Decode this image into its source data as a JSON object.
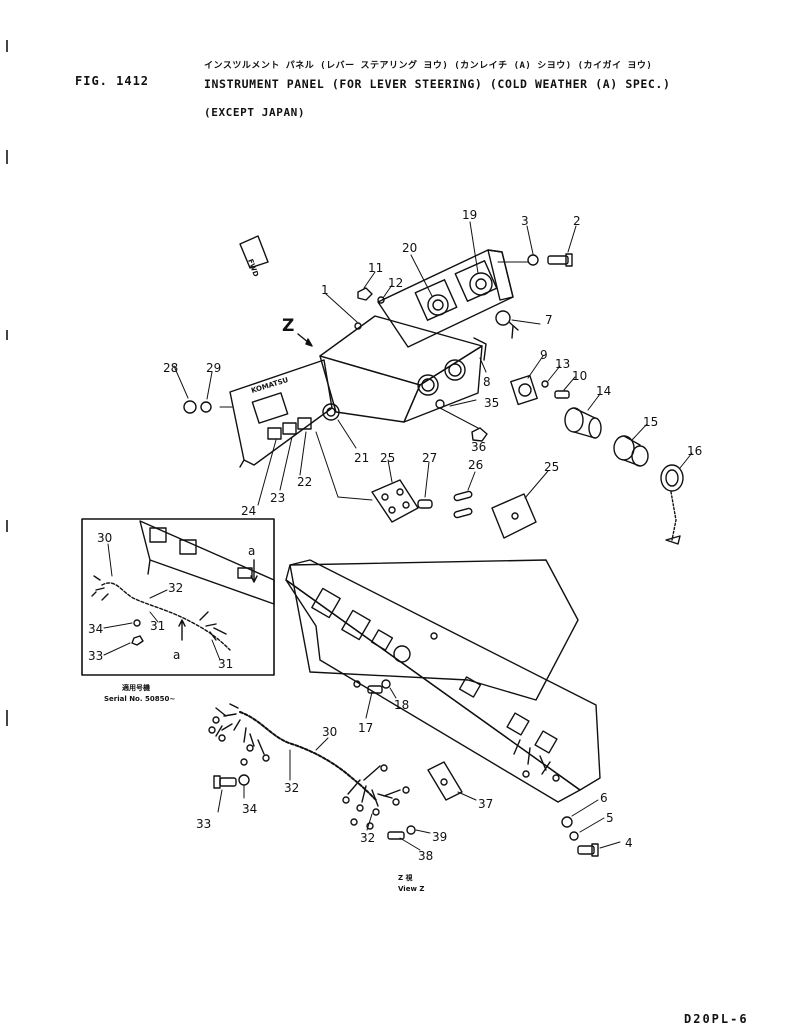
{
  "header": {
    "fig_label": "FIG. 1412",
    "title_kana": "インスツルメント パネル (レバー ステアリング ヨウ) (カンレイチ (A) シヨウ) (カイガイ ヨウ)",
    "title_en": "INSTRUMENT PANEL (FOR LEVER STEERING) (COLD WEATHER (A) SPEC.)",
    "subtitle": "(EXCEPT JAPAN)"
  },
  "diagram": {
    "brand": "KOMATSU",
    "fwd_label": "FWD",
    "view_marker": "Z",
    "detail_marker": "a",
    "inset_serial_kana": "適用号機",
    "inset_serial": "Serial No. 50850~",
    "view_kana": "Z 視",
    "view_label": "View Z",
    "callouts": {
      "c1": "1",
      "c2": "2",
      "c3": "3",
      "c4": "4",
      "c5": "5",
      "c6": "6",
      "c7": "7",
      "c8": "8",
      "c9": "9",
      "c10": "10",
      "c11": "11",
      "c12": "12",
      "c13": "13",
      "c14": "14",
      "c15": "15",
      "c16": "16",
      "c17": "17",
      "c18": "18",
      "c19": "19",
      "c20": "20",
      "c21": "21",
      "c22": "22",
      "c23": "23",
      "c24": "24",
      "c25": "25",
      "c26": "26",
      "c27": "27",
      "c28": "28",
      "c29": "29",
      "c30": "30",
      "c31": "31",
      "c32": "32",
      "c33": "33",
      "c34": "34",
      "c35": "35",
      "c36": "36",
      "c37": "37",
      "c38": "38",
      "c39": "39"
    }
  },
  "footer": {
    "page_code": "D20PL-6"
  }
}
